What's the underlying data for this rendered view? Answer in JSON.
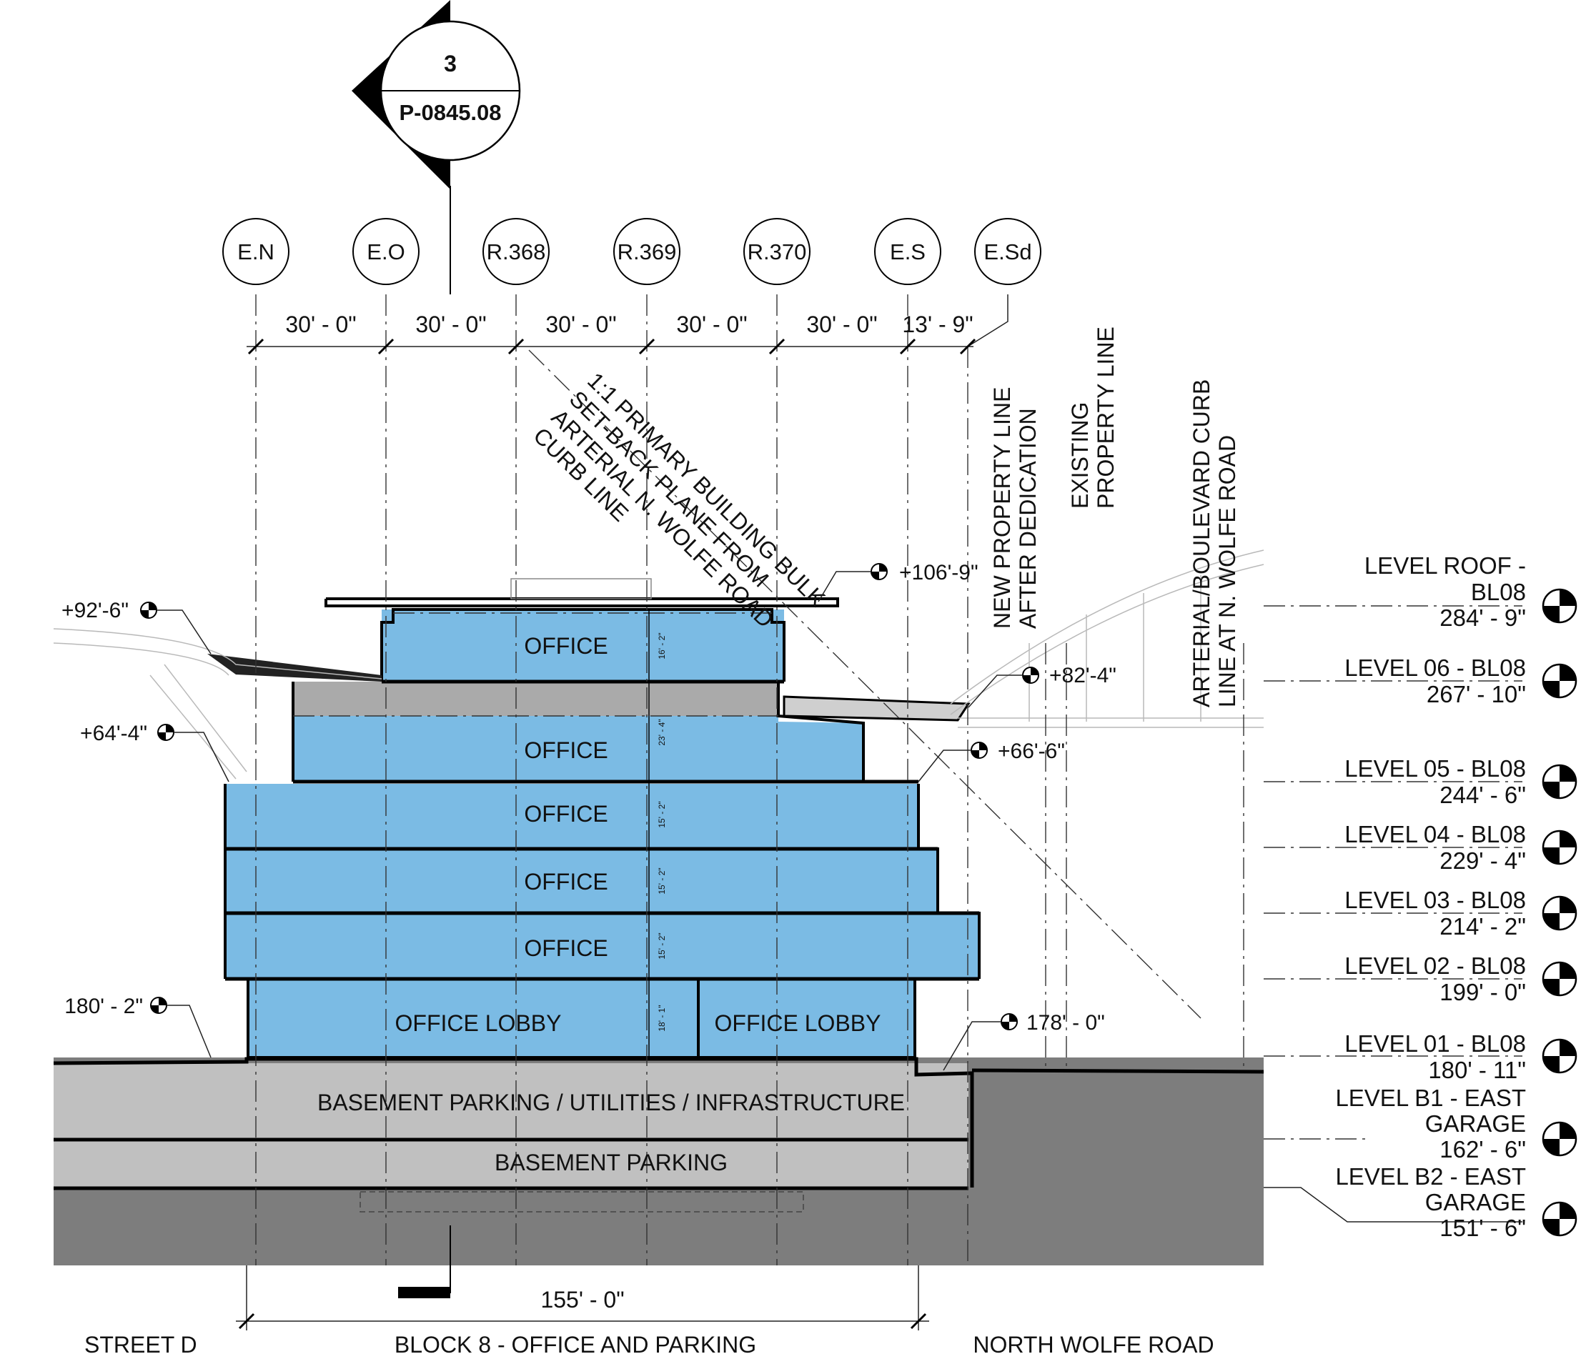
{
  "section_marker": {
    "number": "3",
    "sheet": "P-0845.08"
  },
  "grid_lines": [
    "E.N",
    "E.O",
    "R.368",
    "R.369",
    "R.370",
    "E.S",
    "E.Sd"
  ],
  "grid_dimensions": [
    "30' - 0\"",
    "30' - 0\"",
    "30' - 0\"",
    "30' - 0\"",
    "30' - 0\"",
    "13' - 9\""
  ],
  "setback_note": [
    "1:1 PRIMARY BUILDING BULK",
    "SET-BACK PLANE FROM",
    "ARTERIAL N. WOLFE ROAD",
    "CURB LINE"
  ],
  "vertical_labels": {
    "new_property_line": [
      "NEW PROPERTY LINE",
      "AFTER DEDICATION"
    ],
    "existing_property_line": [
      "EXISTING",
      "PROPERTY LINE"
    ],
    "curb_line": [
      "ARTERIAL/BOULEVARD CURB",
      "LINE AT N. WOLFE ROAD"
    ]
  },
  "spot_elevations": {
    "e92": "+92'-6\"",
    "e106": "+106'-9\"",
    "e82": "+82'-4\"",
    "e64": "+64'-4\"",
    "e66": "+66'-6\"",
    "e180": "180' - 2\"",
    "e178": "178' - 0\""
  },
  "levels": [
    {
      "name": [
        "LEVEL ROOF -",
        "BL08"
      ],
      "elevation": "284' - 9\""
    },
    {
      "name": [
        "LEVEL 06 - BL08"
      ],
      "elevation": "267' - 10\""
    },
    {
      "name": [
        "LEVEL 05 - BL08"
      ],
      "elevation": "244' - 6\""
    },
    {
      "name": [
        "LEVEL 04 - BL08"
      ],
      "elevation": "229' - 4\""
    },
    {
      "name": [
        "LEVEL 03 - BL08"
      ],
      "elevation": "214' - 2\""
    },
    {
      "name": [
        "LEVEL 02 - BL08"
      ],
      "elevation": "199' - 0\""
    },
    {
      "name": [
        "LEVEL 01 - BL08"
      ],
      "elevation": "180' - 11\""
    },
    {
      "name": [
        "LEVEL B1 - EAST",
        "GARAGE"
      ],
      "elevation": "162' - 6\""
    },
    {
      "name": [
        "LEVEL B2 - EAST",
        "GARAGE"
      ],
      "elevation": "151' - 6\""
    }
  ],
  "rooms": {
    "office": "OFFICE",
    "lobby": "OFFICE LOBBY",
    "basement_1": "BASEMENT PARKING / UTILITIES / INFRASTRUCTURE",
    "basement_2": "BASEMENT PARKING"
  },
  "floor_heights": [
    "16' - 2\"",
    "23' - 4\"",
    "15' - 2\"",
    "15' - 2\"",
    "15' - 2\"",
    "18' - 1\""
  ],
  "overall_dimension": "155' - 0\"",
  "bottom_labels": {
    "left": "STREET D",
    "center": "BLOCK 8 - OFFICE AND PARKING",
    "right": "NORTH WOLFE ROAD"
  },
  "colors": {
    "office": "#7bbbe4",
    "basement": "#c0c0c0",
    "ground": "#7d7d7d",
    "mech": "#aaaaaa"
  }
}
